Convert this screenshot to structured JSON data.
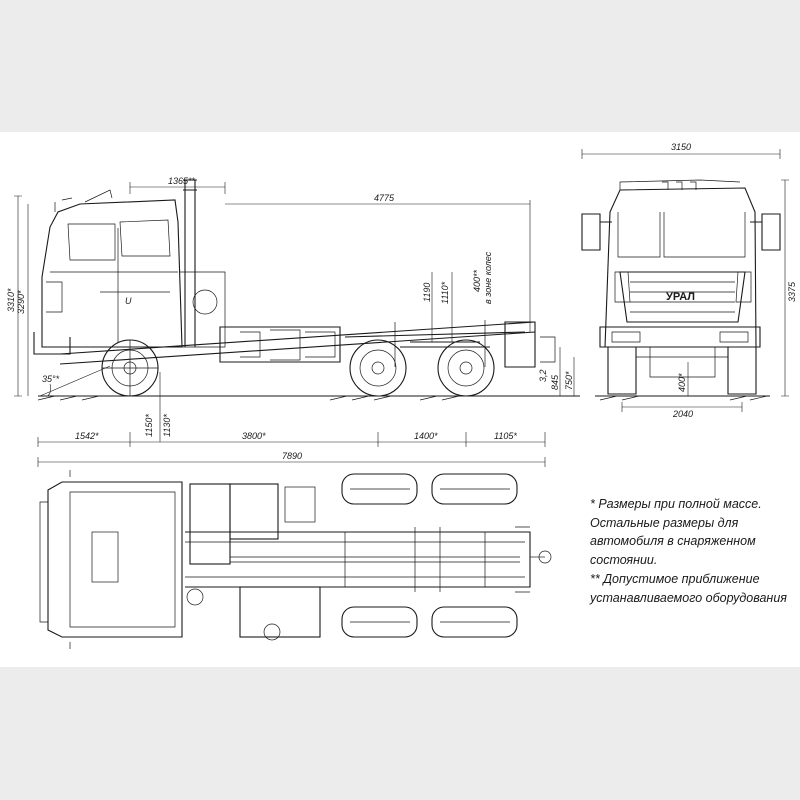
{
  "dimensions": {
    "cab_overhang": "1365**",
    "frame_length": "4775",
    "overall_height": "3310*",
    "cab_height": "3290*",
    "approach_angle": "35°*",
    "ground_clearance_axle": "1150*",
    "ground_clearance": "1130*",
    "front_overhang": "1542*",
    "wheelbase": "3800*",
    "bogie_spacing": "1400*",
    "rear_overhang": "1105*",
    "overall_length": "7890",
    "frame_height_1": "1190",
    "frame_height_2": "1110*",
    "frame_height_3": "400**",
    "wheel_zone_note": "в зоне колес",
    "frame_bottom_1": "845",
    "frame_bottom_2": "750*",
    "frame_bottom_3": "3,2",
    "rear_height": "3375",
    "overall_width": "3150",
    "track_width": "2040",
    "rear_clearance": "400*"
  },
  "badges": {
    "grille_logo": "УРАЛ",
    "door_marking": "U"
  },
  "notes": {
    "note1": "* Размеры при полной массе. Остальные размеры для автомобиля в снаряженном состоянии.",
    "note2": "** Допустимое приближение устанавливаемого оборудования"
  }
}
